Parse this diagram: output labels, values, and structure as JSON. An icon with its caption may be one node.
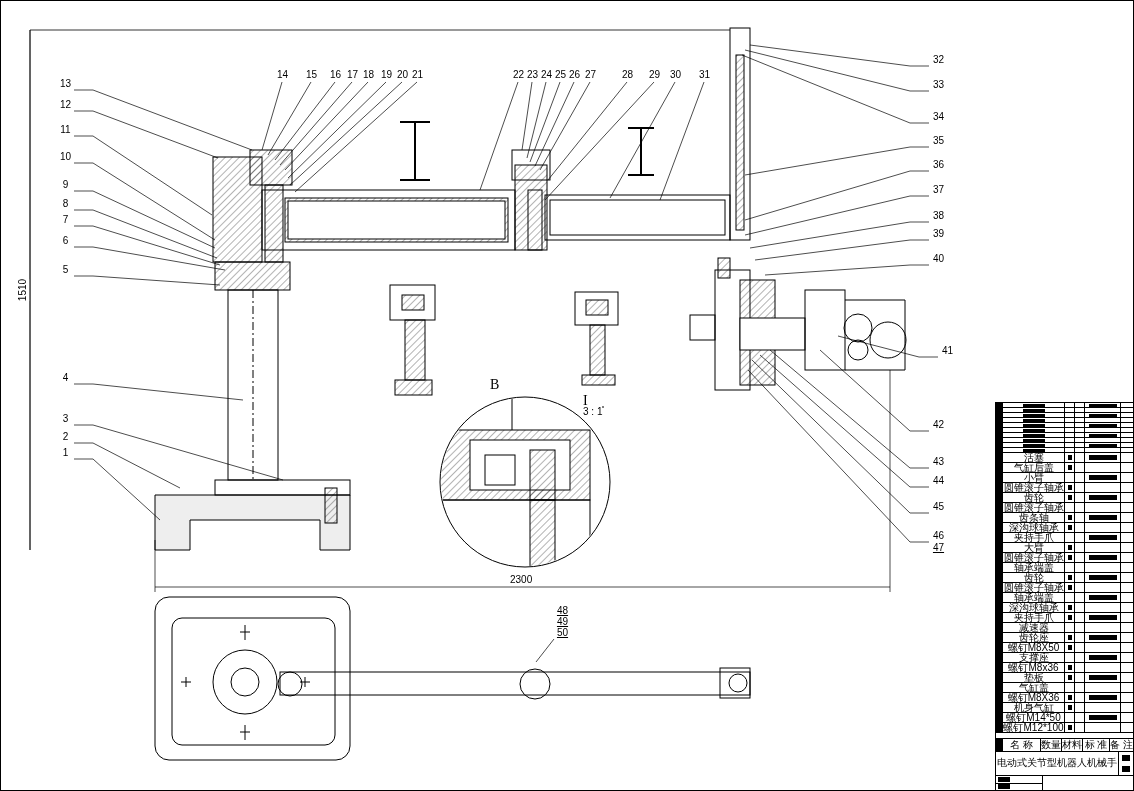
{
  "diagram": {
    "nodes": [
      {
        "text": [
          "1"
        ]
      },
      {
        "text": [
          "2"
        ]
      },
      {
        "text": [
          "3"
        ]
      },
      {
        "text": [
          "4"
        ]
      },
      {
        "text": [
          "5"
        ]
      },
      {
        "text": [
          "6"
        ]
      },
      {
        "text": [
          "7"
        ]
      },
      {
        "text": [
          "8"
        ]
      },
      {
        "text": [
          "9"
        ]
      },
      {
        "text": [
          "10"
        ]
      },
      {
        "text": [
          "11"
        ]
      },
      {
        "text": [
          "12"
        ]
      },
      {
        "text": [
          "13"
        ]
      },
      {
        "text": [
          "14"
        ]
      },
      {
        "text": [
          "15"
        ]
      },
      {
        "text": [
          "16"
        ]
      },
      {
        "text": [
          "17"
        ]
      },
      {
        "text": [
          "18"
        ]
      },
      {
        "text": [
          "19"
        ]
      },
      {
        "text": [
          "20"
        ]
      },
      {
        "text": [
          "21"
        ]
      },
      {
        "text": [
          "22"
        ]
      },
      {
        "text": [
          "23"
        ]
      },
      {
        "text": [
          "24"
        ]
      },
      {
        "text": [
          "25"
        ]
      },
      {
        "text": [
          "26"
        ]
      },
      {
        "text": [
          "27"
        ]
      },
      {
        "text": [
          "28"
        ]
      },
      {
        "text": [
          "29"
        ]
      },
      {
        "text": [
          "30"
        ]
      },
      {
        "text": [
          "31"
        ]
      },
      {
        "text": [
          "32"
        ]
      },
      {
        "text": [
          "33"
        ]
      },
      {
        "text": [
          "34"
        ]
      },
      {
        "text": [
          "35"
        ]
      },
      {
        "text": [
          "36"
        ]
      },
      {
        "text": [
          "37"
        ]
      },
      {
        "text": [
          "38"
        ]
      },
      {
        "text": [
          "39"
        ]
      },
      {
        "text": [
          "40"
        ]
      },
      {
        "text": [
          "41"
        ]
      },
      {
        "text": [
          "42"
        ]
      },
      {
        "text": [
          "43"
        ]
      },
      {
        "text": [
          "44"
        ]
      },
      {
        "text": [
          "45"
        ]
      },
      {
        "text": [
          "46"
        ]
      },
      {
        "text": [
          "47"
        ]
      },
      {
        "text": [
          "48"
        ]
      },
      {
        "text": [
          "49"
        ]
      },
      {
        "text": [
          "50"
        ]
      }
    ],
    "edges": [
      {
        "from": 0,
        "to": null,
        "arrow": "none"
      },
      {
        "from": 1,
        "to": null,
        "arrow": "none"
      },
      {
        "from": 2,
        "to": null,
        "arrow": "none"
      },
      {
        "from": 3,
        "to": null,
        "arrow": "none"
      },
      {
        "from": 4,
        "to": null,
        "arrow": "none"
      },
      {
        "from": 5,
        "to": null,
        "arrow": "none"
      },
      {
        "from": 6,
        "to": null,
        "arrow": "none"
      },
      {
        "from": 7,
        "to": null,
        "arrow": "none"
      },
      {
        "from": 8,
        "to": null,
        "arrow": "none"
      },
      {
        "from": 9,
        "to": null,
        "arrow": "none"
      },
      {
        "from": 10,
        "to": null,
        "arrow": "none"
      },
      {
        "from": 11,
        "to": null,
        "arrow": "none"
      },
      {
        "from": 12,
        "to": null,
        "arrow": "none"
      },
      {
        "from": 13,
        "to": null,
        "arrow": "none"
      },
      {
        "from": 14,
        "to": null,
        "arrow": "none"
      },
      {
        "from": 15,
        "to": null,
        "arrow": "none"
      },
      {
        "from": 16,
        "to": null,
        "arrow": "none"
      },
      {
        "from": 17,
        "to": null,
        "arrow": "none"
      },
      {
        "from": 18,
        "to": null,
        "arrow": "none"
      },
      {
        "from": 19,
        "to": null,
        "arrow": "none"
      },
      {
        "from": 20,
        "to": null,
        "arrow": "none"
      },
      {
        "from": 21,
        "to": null,
        "arrow": "none"
      },
      {
        "from": 22,
        "to": null,
        "arrow": "none"
      },
      {
        "from": 23,
        "to": null,
        "arrow": "none"
      },
      {
        "from": 24,
        "to": null,
        "arrow": "none"
      },
      {
        "from": 25,
        "to": null,
        "arrow": "none"
      },
      {
        "from": 26,
        "to": null,
        "arrow": "none"
      },
      {
        "from": 27,
        "to": null,
        "arrow": "none"
      },
      {
        "from": 28,
        "to": null,
        "arrow": "none"
      },
      {
        "from": 29,
        "to": null,
        "arrow": "none"
      },
      {
        "from": 30,
        "to": null,
        "arrow": "none"
      },
      {
        "from": 31,
        "to": null,
        "arrow": "none"
      },
      {
        "from": 32,
        "to": null,
        "arrow": "none"
      },
      {
        "from": 33,
        "to": null,
        "arrow": "none"
      },
      {
        "from": 34,
        "to": null,
        "arrow": "none"
      },
      {
        "from": 35,
        "to": null,
        "arrow": "none"
      },
      {
        "from": 36,
        "to": null,
        "arrow": "none"
      },
      {
        "from": 37,
        "to": null,
        "arrow": "none"
      },
      {
        "from": 38,
        "to": null,
        "arrow": "none"
      },
      {
        "from": 39,
        "to": null,
        "arrow": "none"
      },
      {
        "from": 40,
        "to": null,
        "arrow": "none"
      },
      {
        "from": 41,
        "to": null,
        "arrow": "none"
      },
      {
        "from": 42,
        "to": null,
        "arrow": "none"
      },
      {
        "from": 43,
        "to": null,
        "arrow": "none"
      },
      {
        "from": 44,
        "to": null,
        "arrow": "none"
      },
      {
        "from": 45,
        "to": null,
        "arrow": "none"
      },
      {
        "from": 49,
        "to": null,
        "arrow": "none"
      }
    ],
    "labels": [
      "1510",
      "2300",
      "B",
      "I",
      "3 : 1",
      "活塞",
      "气缸后盖",
      "小臂",
      "圆锥滚子轴承",
      "齿轮",
      "圆锥滚子轴承",
      "齿条轴",
      "深沟球轴承",
      "夹持手爪",
      "大臂",
      "圆锥滚子轴承",
      "轴承端盖",
      "齿轮",
      "圆锥滚子轴承",
      "轴承端盖",
      "深沟球轴承",
      "夹持手爪",
      "减速器",
      "齿轮座",
      "螺钉M8X50",
      "支撑座",
      "螺钉M8x36",
      "垫板",
      "气缸盖",
      "螺钉M8X36",
      "机身气缸",
      "螺钉M14*50",
      "螺钉M12*100",
      "名 称",
      "数量",
      "材料",
      "标 准",
      "备 注",
      "电动式关节型机器人机械手"
    ]
  }
}
